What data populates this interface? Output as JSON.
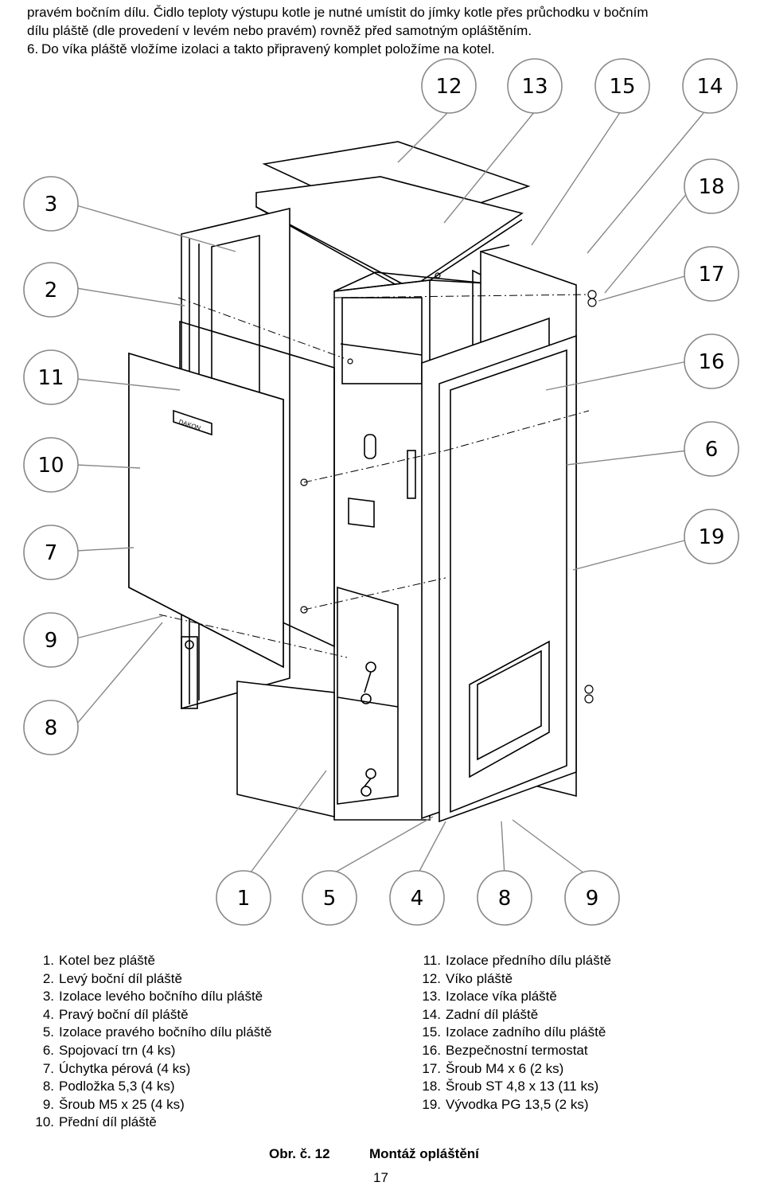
{
  "intro": {
    "line1": "pravém bočním dílu. Čidlo teploty výstupu kotle je nutné umístit do jímky kotle přes průchodku v bočním",
    "line2": "dílu pláště (dle provedení v levém nebo pravém) rovněž před samotným opláštěním.",
    "step_num": "6.",
    "step_text": "Do víka pláště vložíme izolaci a takto připravený komplet položíme na kotel."
  },
  "figure": {
    "brand_plate": "DAKON",
    "callouts": [
      "12",
      "13",
      "15",
      "14",
      "18",
      "17",
      "16",
      "6",
      "19",
      "3",
      "2",
      "11",
      "10",
      "7",
      "9",
      "8",
      "1",
      "5",
      "4",
      "8",
      "9"
    ]
  },
  "legend_left": [
    {
      "num": "1.",
      "text": "Kotel bez pláště"
    },
    {
      "num": "2.",
      "text": "Levý boční díl pláště"
    },
    {
      "num": "3.",
      "text": "Izolace levého bočního dílu pláště"
    },
    {
      "num": "4.",
      "text": "Pravý boční díl pláště"
    },
    {
      "num": "5.",
      "text": "Izolace pravého bočního dílu pláště"
    },
    {
      "num": "6.",
      "text": "Spojovací trn (4 ks)"
    },
    {
      "num": "7.",
      "text": "Úchytka pérová (4 ks)"
    },
    {
      "num": "8.",
      "text": "Podložka 5,3 (4 ks)"
    },
    {
      "num": "9.",
      "text": "Šroub M5 x 25 (4 ks)"
    },
    {
      "num": "10.",
      "text": "Přední díl pláště"
    }
  ],
  "legend_right": [
    {
      "num": "11.",
      "text": "Izolace předního dílu pláště"
    },
    {
      "num": "12.",
      "text": "Víko pláště"
    },
    {
      "num": "13.",
      "text": "Izolace víka pláště"
    },
    {
      "num": "14.",
      "text": "Zadní díl pláště"
    },
    {
      "num": "15.",
      "text": "Izolace zadního dílu pláště"
    },
    {
      "num": "16.",
      "text": "Bezpečnostní termostat"
    },
    {
      "num": "17.",
      "text": "Šroub M4 x 6 (2 ks)"
    },
    {
      "num": "18.",
      "text": "Šroub ST 4,8 x 13 (11 ks)"
    },
    {
      "num": "19.",
      "text": "Vývodka PG 13,5 (2 ks)"
    }
  ],
  "caption": {
    "number": "Obr. č. 12",
    "title": "Montáž opláštění"
  },
  "page_number": "17"
}
